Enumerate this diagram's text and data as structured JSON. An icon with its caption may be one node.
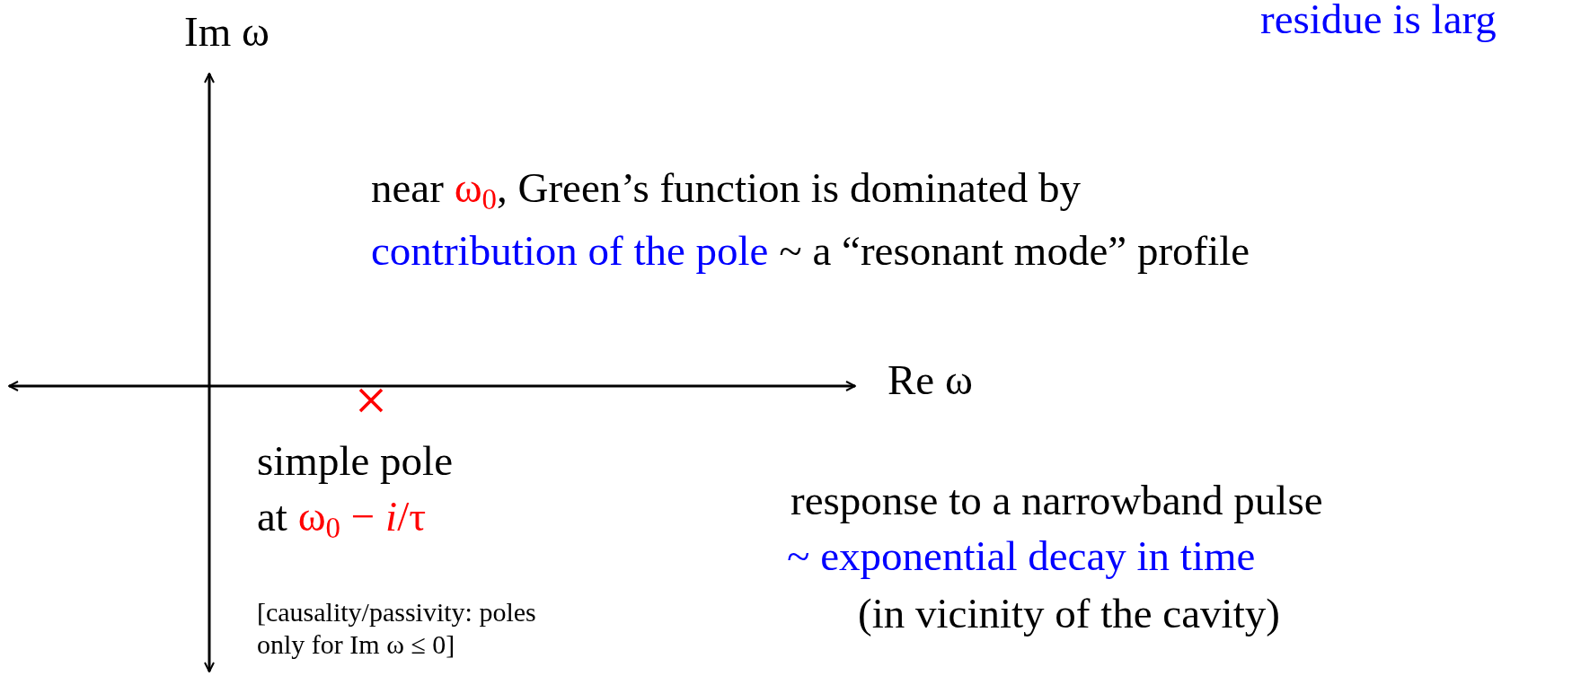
{
  "diagram": {
    "labels": [
      "Im ω",
      "residue is larg",
      "near",
      "ω$_{0}$",
      ", Green’s function is dominated by",
      "contribution of the pole",
      "~ a “resonant mode” profile",
      "Re ω",
      "simple pole",
      "at",
      "ω$_{0}$ − *i*/τ",
      "[causality/passivity: poles only for Im ω ≤ 0]",
      "response to a narrowband pulse",
      "~ exponential decay in time",
      "(in vicinity of the cavity)"
    ]
  }
}
